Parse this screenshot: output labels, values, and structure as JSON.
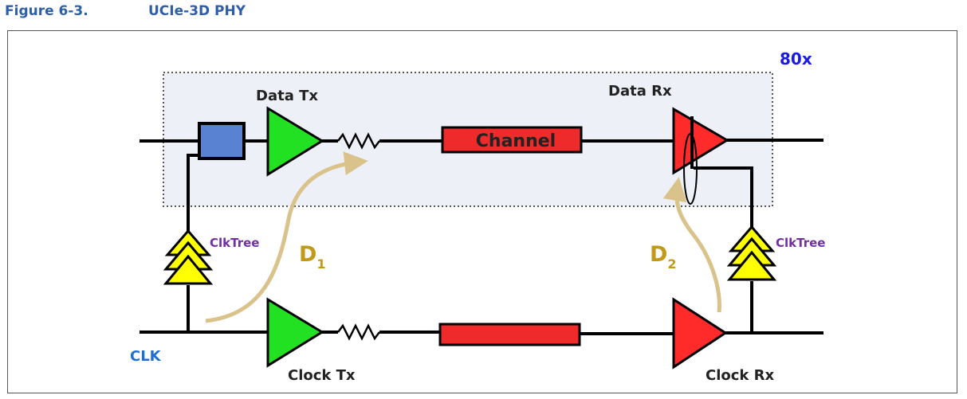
{
  "caption": {
    "figure_number": "Figure 6-3.",
    "title": "UCIe-3D PHY"
  },
  "diagram": {
    "lane_count": "80x",
    "data_tx_label": "Data Tx",
    "data_rx_label": "Data Rx",
    "channel_label": "Channel",
    "clktree_left_label": "ClkTree",
    "clktree_right_label": "ClkTree",
    "d1_main": "D",
    "d1_sub": "1",
    "d2_main": "D",
    "d2_sub": "2",
    "clk_label": "CLK",
    "clock_tx_label": "Clock Tx",
    "clock_rx_label": "Clock Rx"
  },
  "colors": {
    "caption": "#2f5ea8",
    "lane_count": "#1a1ae6",
    "clk_label": "#1f6fd1",
    "clktree_label": "#7030a0",
    "delay_label": "#c09a18",
    "delay_arrow": "#d9c38a",
    "driver_green": "#22e022",
    "receiver_red": "#ff2a2a",
    "channel_red": "#ee2a2a",
    "flop_blue": "#5a82d2",
    "buffer_yellow": "#ffff00",
    "lane_box_fill": "#edf1f7"
  }
}
